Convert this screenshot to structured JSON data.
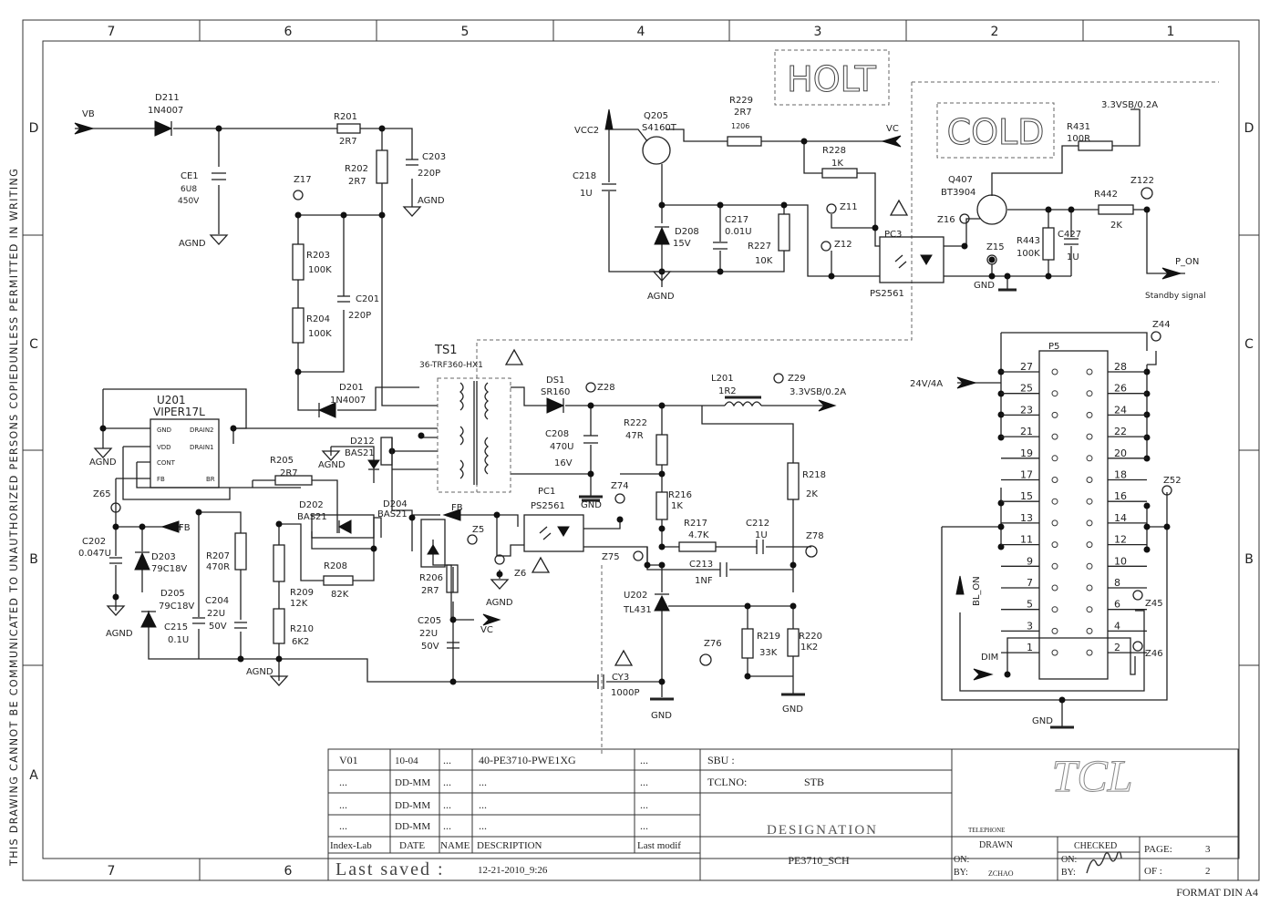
{
  "frame": {
    "columns": [
      "7",
      "6",
      "5",
      "4",
      "3",
      "2",
      "1"
    ],
    "rows": [
      "D",
      "C",
      "B",
      "A"
    ],
    "side_note": "THIS DRAWING CANNOT BE COMMUNICATED TO UNAUTHORIZED PERSONS COPIEDUNLESS  PERMITTED IN WRITING",
    "format": "FORMAT DIN A4"
  },
  "zones": {
    "holt": "HOLT",
    "cold": "COLD"
  },
  "nets": {
    "vb": "VB",
    "vcc2": "VCC2",
    "vc_top": "VC",
    "vc_bottom": "VC",
    "fb_left": "FB",
    "fb_mid": "FB",
    "v33_top": "3.3VSB/0.2A",
    "v33_mid": "3.3VSB/0.2A",
    "p_on": "P_ON",
    "standby": "Standby signal",
    "v24": "24V/4A",
    "bl_on": "BL_ON",
    "dim": "DIM"
  },
  "grounds": {
    "agnd_ce1": "AGND",
    "agnd_c203": "AGND",
    "agnd_d208": "AGND",
    "agnd_u201": "AGND",
    "agnd_d212": "AGND",
    "agnd_z6": "AGND",
    "agnd_c202": "AGND",
    "agnd_bottom": "AGND",
    "gnd_c208": "GND",
    "gnd_q407": "GND",
    "gnd_z78": "GND",
    "gnd_cy3": "GND",
    "gnd_p5": "GND"
  },
  "components": {
    "d211": "D211",
    "d211_v": "1N4007",
    "ce1": "CE1",
    "ce1_v1": "6U8",
    "ce1_v2": "450V",
    "r201": "R201",
    "r201_v": "2R7",
    "r202": "R202",
    "r202_v": "2R7",
    "c203": "C203",
    "c203_v": "220P",
    "z17": "Z17",
    "r203": "R203",
    "r203_v": "100K",
    "r204": "R204",
    "r204_v": "100K",
    "c201": "C201",
    "c201_v": "220P",
    "q205": "Q205",
    "q205_v": "S4160T",
    "r229": "R229",
    "r229_v": "2R7",
    "r229_pkg": "1206",
    "c218": "C218",
    "c218_v": "1U",
    "d208": "D208",
    "d208_v": "15V",
    "c217": "C217",
    "c217_v": "0.01U",
    "r227": "R227",
    "r227_v": "10K",
    "r228": "R228",
    "r228_v": "1K",
    "z11": "Z11",
    "z12": "Z12",
    "pc3": "PC3",
    "pc3_v": "PS2561",
    "r431": "R431",
    "r431_v": "100R",
    "q407": "Q407",
    "q407_v": "BT3904",
    "z16": "Z16",
    "z15": "Z15",
    "r443": "R443",
    "r443_v": "100K",
    "c427": "C427",
    "c427_v": "1U",
    "r442": "R442",
    "r442_v": "2K",
    "z122": "Z122",
    "u201": "U201",
    "u201_v": "VIPER17L",
    "u201_gnd": "GND",
    "u201_vdd": "VDD",
    "u201_cont": "CONT",
    "u201_fb": "FB",
    "u201_drain2": "DRAIN2",
    "u201_drain1": "DRAIN1",
    "u201_br": "BR",
    "ts1": "TS1",
    "ts1_v": "36-TRF360-HX1",
    "d201": "D201",
    "d201_v": "1N4007",
    "d212": "D212",
    "d212_v": "BAS21",
    "d204": "D204",
    "d204_v": "BAS21",
    "d202": "D202",
    "d202_v": "BAS21",
    "r205": "R205",
    "r205_v": "2R7",
    "z65": "Z65",
    "c202": "C202",
    "c202_v": "0.047U",
    "d203": "D203",
    "d203_v": "79C18V",
    "r207": "R207",
    "r207_v": "470R",
    "d205": "D205",
    "d205_v": "79C18V",
    "c204": "C204",
    "c204_v1": "22U",
    "c204_v2": "50V",
    "c215": "C215",
    "c215_v": "0.1U",
    "r208": "R208",
    "r208_v": "82K",
    "r209": "R209",
    "r209_v": "12K",
    "r210": "R210",
    "r210_v": "6K2",
    "r206": "R206",
    "r206_v": "2R7",
    "c205": "C205",
    "c205_v1": "22U",
    "c205_v2": "50V",
    "z5": "Z5",
    "z6": "Z6",
    "pc1": "PC1",
    "pc1_v": "PS2561",
    "ds1": "DS1",
    "ds1_v": "SR160",
    "z28": "Z28",
    "c208": "C208",
    "c208_v1": "470U",
    "c208_v2": "16V",
    "r222": "R222",
    "r222_v": "47R",
    "z74": "Z74",
    "r216": "R216",
    "r216_v": "1K",
    "l201": "L201",
    "l201_v": "1R2",
    "z29": "Z29",
    "r218": "R218",
    "r218_v": "2K",
    "r217": "R217",
    "r217_v": "4.7K",
    "c212": "C212",
    "c212_v": "1U",
    "z78": "Z78",
    "c213": "C213",
    "c213_v": "1NF",
    "z75": "Z75",
    "u202": "U202",
    "u202_v": "TL431",
    "z76": "Z76",
    "r219": "R219",
    "r219_v": "33K",
    "r220": "R220",
    "r220_v": "1K2",
    "cy3": "CY3",
    "cy3_v": "1000P",
    "p5": "P5",
    "z44": "Z44",
    "z52": "Z52",
    "z45": "Z45",
    "z46": "Z46"
  },
  "p5_left_pins": [
    "27",
    "25",
    "23",
    "21",
    "19",
    "17",
    "15",
    "13",
    "11",
    "9",
    "7",
    "5",
    "3",
    "1"
  ],
  "p5_right_pins": [
    "28",
    "26",
    "24",
    "22",
    "20",
    "18",
    "16",
    "14",
    "12",
    "10",
    "8",
    "6",
    "4",
    "2"
  ],
  "title_block": {
    "rev_rows": [
      {
        "index": "V01",
        "date": "10-04",
        "name": "...",
        "desc": "40-PE3710-PWE1XG",
        "mod": "..."
      },
      {
        "index": "...",
        "date": "DD-MM",
        "name": "...",
        "desc": "...",
        "mod": "..."
      },
      {
        "index": "...",
        "date": "DD-MM",
        "name": "...",
        "desc": "...",
        "mod": "..."
      },
      {
        "index": "...",
        "date": "DD-MM",
        "name": "...",
        "desc": "...",
        "mod": "..."
      }
    ],
    "headers": {
      "index": "Index-Lab",
      "date": "DATE",
      "name": "NAME",
      "desc": "DESCRIPTION",
      "mod": "Last modif"
    },
    "last_saved_label": "Last saved :",
    "last_saved_value": "12-21-2010_9:26",
    "sbu_label": "SBU :",
    "tclno_label": "TCLNO:",
    "tclno_value": "STB",
    "designation_label": "DESIGNATION",
    "designation_value": "PE3710_SCH",
    "brand": "TCL",
    "telephone": "TELEPHONE",
    "drawn_label": "DRAWN",
    "on_label": "ON:",
    "by_label": "BY:",
    "drawn_by": "ZCHAO",
    "checked_label": "CHECKED",
    "checked_on": "ON:",
    "checked_by": "BY:",
    "page_label": "PAGE:",
    "page_value": "3",
    "of_label": "OF :",
    "of_value": "2"
  }
}
